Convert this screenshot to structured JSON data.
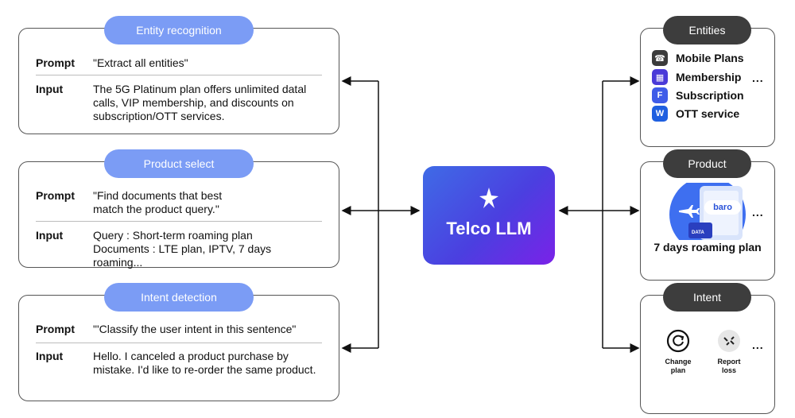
{
  "left_cards": [
    {
      "tag": "Entity recognition",
      "prompt_key": "Prompt",
      "prompt_val": "\"Extract all entities\"",
      "input_key": "Input",
      "input_val": "The 5G Platinum plan offers unlimited datal\ncalls, VIP membership, and discounts on\nsubscription/OTT services."
    },
    {
      "tag": "Product select",
      "prompt_key": "Prompt",
      "prompt_val": "\"Find documents that best\nmatch the product query.\"",
      "input_key": "Input",
      "input_val": "Query : Short-term roaming plan\nDocuments : LTE plan, IPTV, 7 days roaming..."
    },
    {
      "tag": "Intent detection",
      "prompt_key": "Prompt",
      "prompt_val": "\"'Classify the user intent in this sentence\"",
      "input_key": "Input",
      "input_val": "Hello. I canceled a product purchase by\nmistake. I'd like to re-order the same product."
    }
  ],
  "center": {
    "title": "Telco LLM"
  },
  "right_cards": {
    "entities": {
      "tag": "Entities",
      "items": [
        {
          "label": "Mobile Plans",
          "color": "#3b3b3b",
          "icon": "phone-plan-icon"
        },
        {
          "label": "Membership",
          "color": "#4a3ad8",
          "icon": "membership-card-icon"
        },
        {
          "label": "Subscription",
          "color": "#3f5ce8",
          "icon": "subscription-f-icon"
        },
        {
          "label": "OTT service",
          "color": "#1f5fe0",
          "icon": "ott-w-icon"
        }
      ],
      "more": "..."
    },
    "product": {
      "tag": "Product",
      "brand": "baro",
      "badge": "DATA",
      "caption": "7 days roaming plan",
      "more": "..."
    },
    "intent": {
      "tag": "Intent",
      "items": [
        {
          "label": "Change\nplan",
          "icon": "refresh-icon"
        },
        {
          "label": "Report\nloss",
          "icon": "broken-link-icon"
        }
      ],
      "more": "..."
    }
  }
}
